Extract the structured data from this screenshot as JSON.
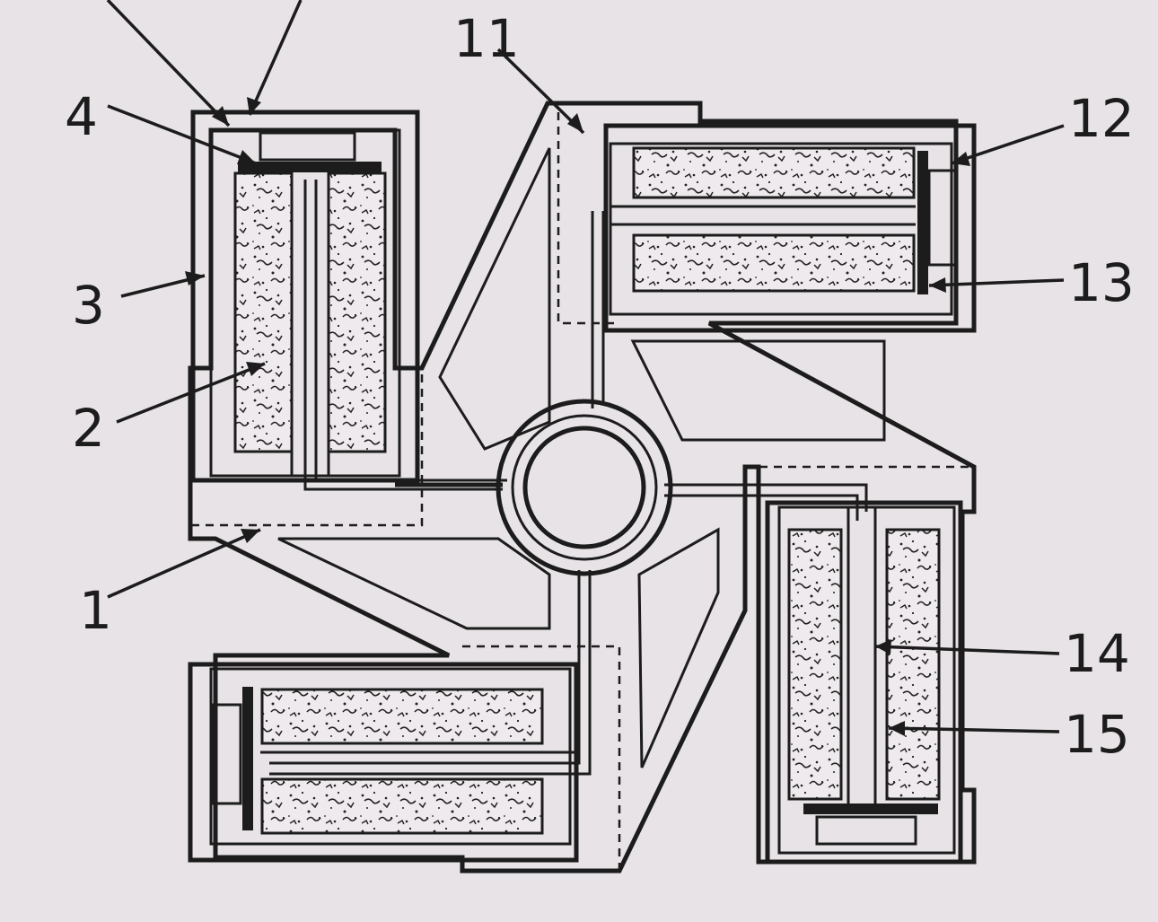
{
  "colors": {
    "background": "#e7e3e6",
    "ink": "#1c1c1c",
    "packing": "#efeaed"
  },
  "labels": {
    "l1": "1",
    "l2": "2",
    "l3": "3",
    "l4": "4",
    "l11": "11",
    "l12": "12",
    "l13": "13",
    "l14": "14",
    "l15": "15"
  }
}
